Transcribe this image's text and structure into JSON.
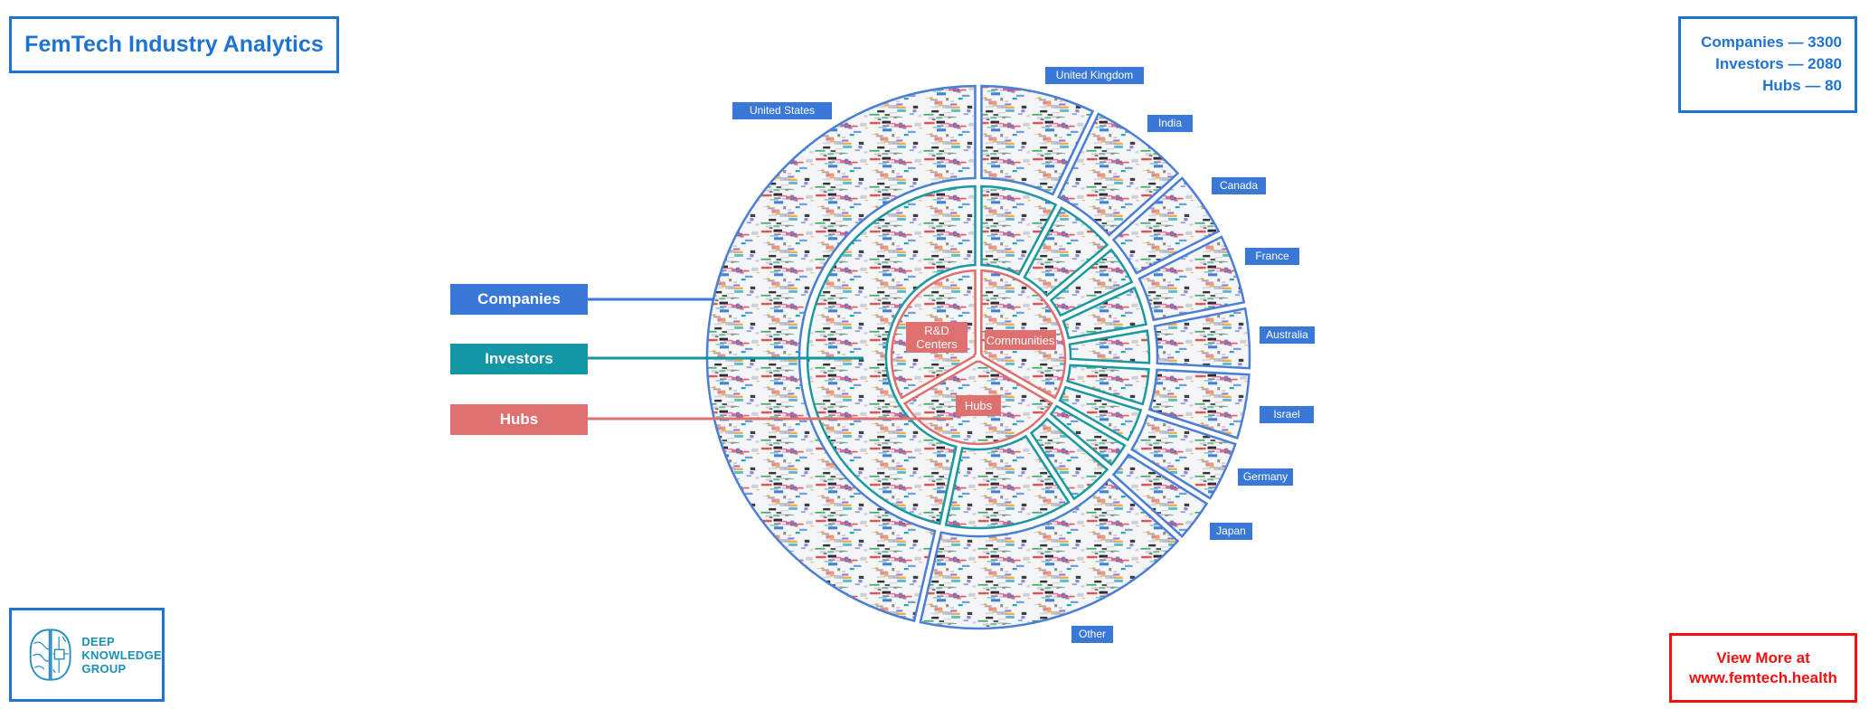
{
  "header": {
    "title": "FemTech Industry Analytics"
  },
  "stats": [
    {
      "label": "Companies — 3300"
    },
    {
      "label": "Investors — 2080"
    },
    {
      "label": "Hubs — 80"
    }
  ],
  "legend": {
    "companies": "Companies",
    "investors": "Investors",
    "hubs": "Hubs"
  },
  "rings": {
    "outer_countries": [
      "United States",
      "United Kingdom",
      "India",
      "Canada",
      "France",
      "Australia",
      "Israel",
      "Germany",
      "Japan",
      "Other"
    ],
    "center_segments": {
      "rd": "R&D Centers",
      "communities": "Communities",
      "hubs": "Hubs"
    }
  },
  "logo": {
    "line1": "DEEP",
    "line2": "KNOWLEDGE",
    "line3": "GROUP"
  },
  "cta": {
    "line1": "View More at",
    "line2": "www.femtech.health"
  },
  "colors": {
    "companies": "#3a78d8",
    "investors": "#1396a6",
    "hubs": "#df7070",
    "title": "#1f74d1",
    "cta": "#f01010"
  }
}
